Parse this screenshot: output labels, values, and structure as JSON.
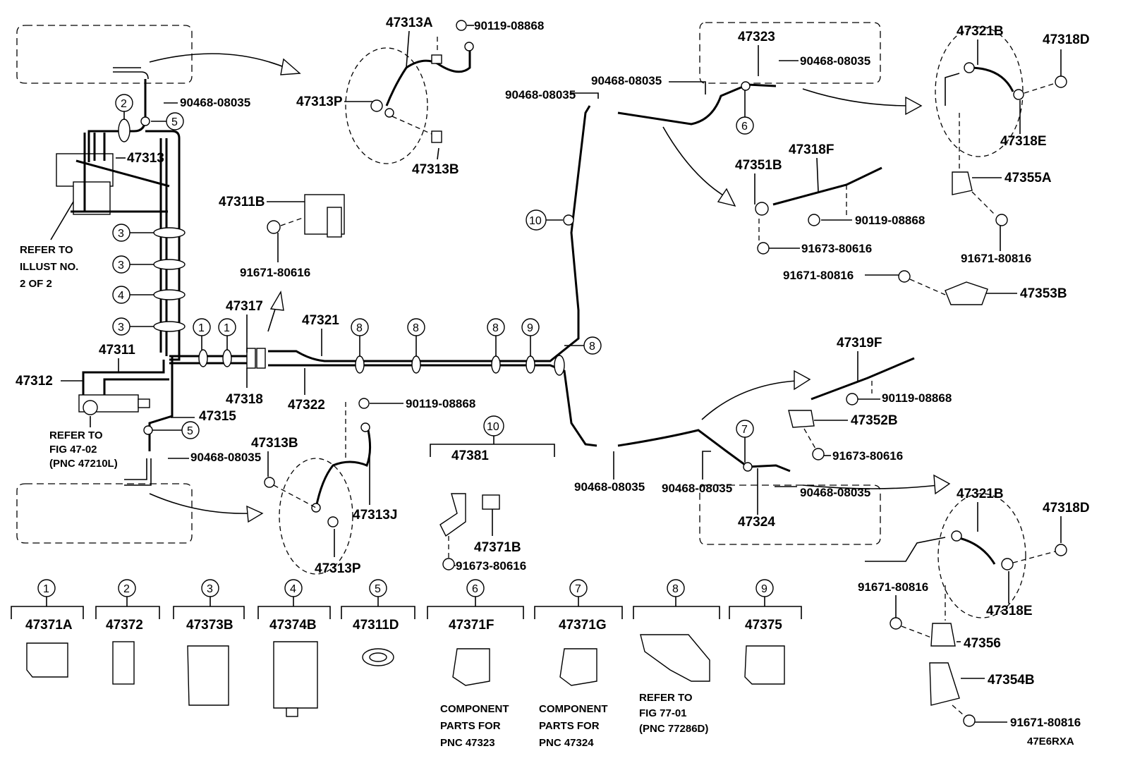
{
  "labels": {
    "l47313A": "47313A",
    "l90119_top": "90119-08868",
    "l47313P_top": "47313P",
    "l47313B_top": "47313B",
    "l90468_left_top": "90468-08035",
    "l47313": "47313",
    "l47311B": "47311B",
    "l91671_80616": "91671-80616",
    "l47317": "47317",
    "l47321": "47321",
    "l47311": "47311",
    "l47312": "47312",
    "l47318": "47318",
    "l47322": "47322",
    "l47315": "47315",
    "l90119_mid": "90119-08868",
    "l47313B_bot": "47313B",
    "l90468_left_bot": "90468-08035",
    "l47313J": "47313J",
    "l47313P_bot": "47313P",
    "l47381": "47381",
    "l47371B": "47371B",
    "l91673_mid": "91673-80616",
    "l47323": "47323",
    "l90468_tr1": "90468-08035",
    "l90468_tr2": "90468-08035",
    "l90468_tr3": "90468-08035",
    "l47351B": "47351B",
    "l47318F": "47318F",
    "l90119_right": "90119-08868",
    "l91673_right_top": "91673-80616",
    "l47321B_top": "47321B",
    "l47318D_top": "47318D",
    "l47318E_top": "47318E",
    "l47355A": "47355A",
    "l91671_80816_a": "91671-80816",
    "l91671_80816_b": "91671-80816",
    "l47353B": "47353B",
    "l47319F": "47319F",
    "l90119_rb": "90119-08868",
    "l47352B": "47352B",
    "l91673_rb": "91673-80616",
    "l90468_br1": "90468-08035",
    "l90468_br2": "90468-08035",
    "l90468_br3": "90468-08035",
    "l47324": "47324",
    "l47321B_bot": "47321B",
    "l47318D_bot": "47318D",
    "l91671_80816_c": "91671-80816",
    "l47318E_bot": "47318E",
    "l47356": "47356",
    "l47354B": "47354B",
    "l91671_80816_d": "91671-80816",
    "diagram_code": "47E6RXA"
  },
  "notes": {
    "refer_illust": [
      "REFER TO",
      "ILLUST NO.",
      "2 OF 2"
    ],
    "refer_fig_47": [
      "REFER TO",
      "FIG 47-02",
      "(PNC 47210L)"
    ]
  },
  "callouts": {
    "c1": "1",
    "c2": "2",
    "c3": "3",
    "c4": "4",
    "c5": "5",
    "c6": "6",
    "c7": "7",
    "c8": "8",
    "c9": "9",
    "c10": "10"
  },
  "legend": {
    "groups": [
      {
        "num": "1",
        "pn": "47371A"
      },
      {
        "num": "2",
        "pn": "47372"
      },
      {
        "num": "3",
        "pn": "47373B"
      },
      {
        "num": "4",
        "pn": "47374B"
      },
      {
        "num": "5",
        "pn": "47311D"
      },
      {
        "num": "6",
        "pn": "47371F",
        "note": [
          "COMPONENT",
          "PARTS FOR",
          "PNC 47323"
        ]
      },
      {
        "num": "7",
        "pn": "47371G",
        "note": [
          "COMPONENT",
          "PARTS FOR",
          "PNC 47324"
        ]
      },
      {
        "num": "8",
        "pn": "",
        "note": [
          "REFER TO",
          "FIG 77-01",
          "(PNC 77286D)"
        ]
      },
      {
        "num": "9",
        "pn": "47375"
      }
    ],
    "group10": {
      "num": "10"
    }
  }
}
